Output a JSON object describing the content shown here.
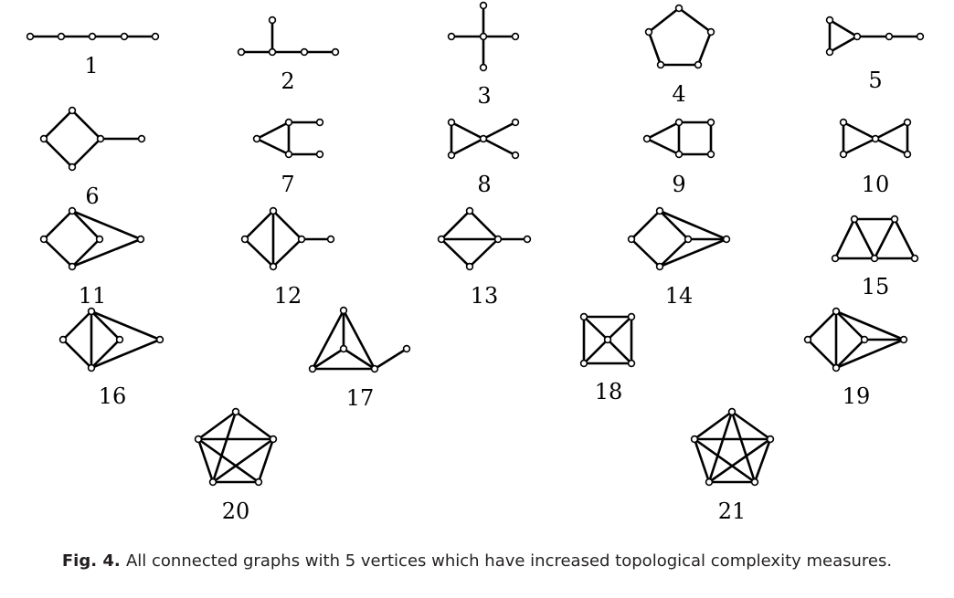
{
  "caption": {
    "label": "Fig. 4.",
    "text": "All connected graphs with 5 vertices which have increased topological complexity measures."
  },
  "graphs": [
    {
      "id": 1,
      "label": "1"
    },
    {
      "id": 2,
      "label": "2"
    },
    {
      "id": 3,
      "label": "3"
    },
    {
      "id": 4,
      "label": "4"
    },
    {
      "id": 5,
      "label": "5"
    },
    {
      "id": 6,
      "label": "6"
    },
    {
      "id": 7,
      "label": "7"
    },
    {
      "id": 8,
      "label": "8"
    },
    {
      "id": 9,
      "label": "9"
    },
    {
      "id": 10,
      "label": "10"
    },
    {
      "id": 11,
      "label": "11"
    },
    {
      "id": 12,
      "label": "12"
    },
    {
      "id": 13,
      "label": "13"
    },
    {
      "id": 14,
      "label": "14"
    },
    {
      "id": 15,
      "label": "15"
    },
    {
      "id": 16,
      "label": "16"
    },
    {
      "id": 17,
      "label": "17"
    },
    {
      "id": 18,
      "label": "18"
    },
    {
      "id": 19,
      "label": "19"
    },
    {
      "id": 20,
      "label": "20"
    },
    {
      "id": 21,
      "label": "21"
    }
  ]
}
